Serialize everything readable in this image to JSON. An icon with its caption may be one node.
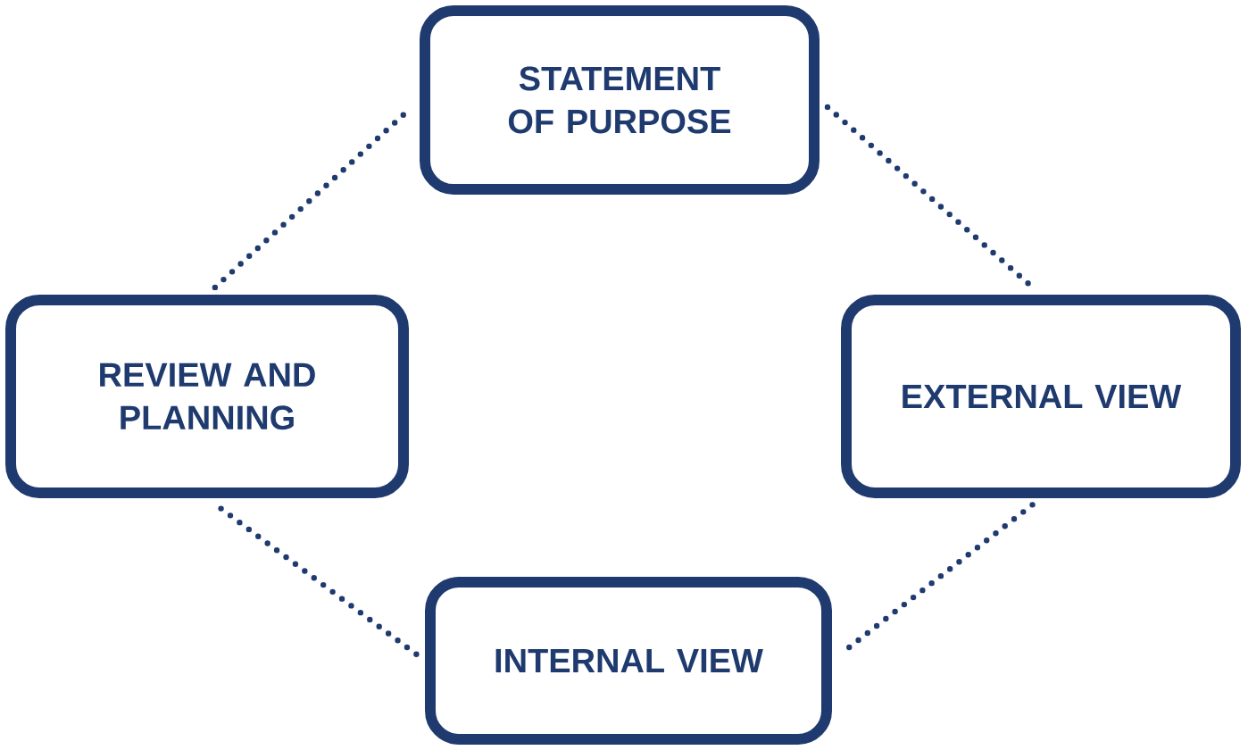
{
  "diagram": {
    "nodes": [
      {
        "text": [
          "STATEMENT OF PURPOSE"
        ]
      },
      {
        "text": [
          "REVIEW AND PLANNING"
        ]
      },
      {
        "text": [
          "EXTERNAL VIEW"
        ]
      },
      {
        "text": [
          "INTERNAL VIEW"
        ]
      }
    ],
    "edges": [
      {
        "from": 0,
        "to": 2,
        "arrow": "none"
      },
      {
        "from": 2,
        "to": 3,
        "arrow": "none"
      },
      {
        "from": 3,
        "to": 1,
        "arrow": "none"
      },
      {
        "from": 1,
        "to": 0,
        "arrow": "none"
      }
    ]
  }
}
